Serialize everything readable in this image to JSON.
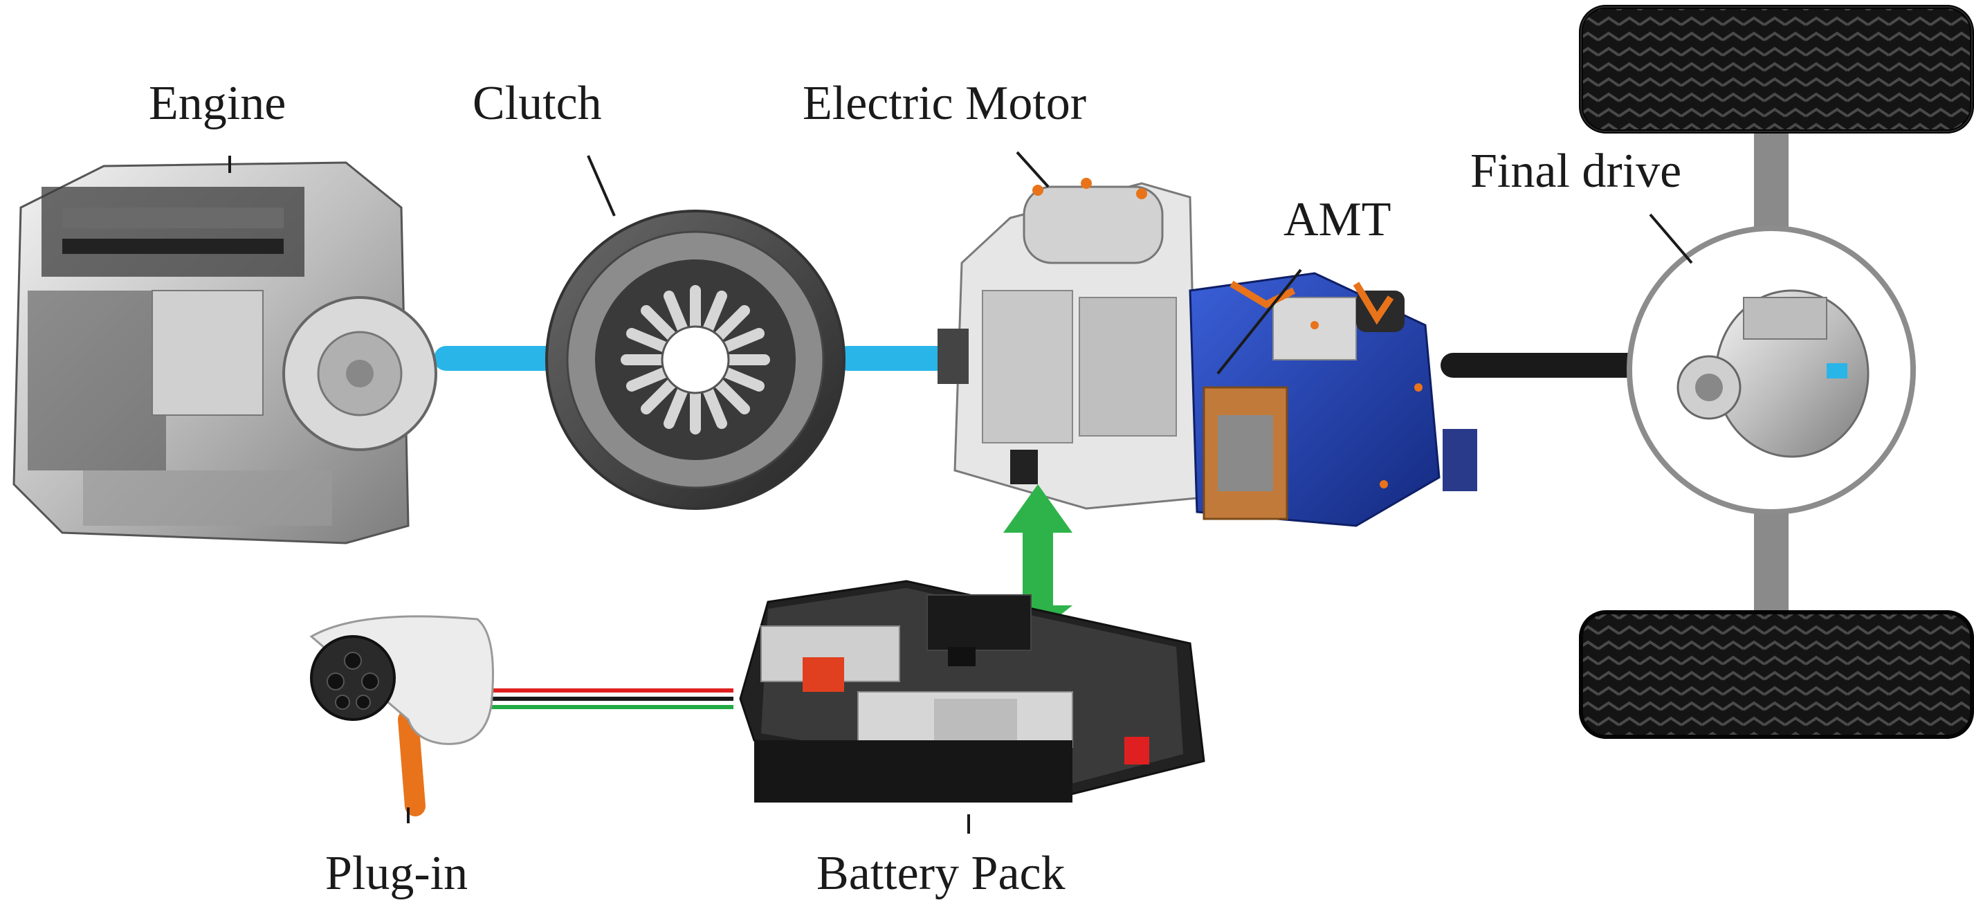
{
  "labels": {
    "engine": "Engine",
    "clutch": "Clutch",
    "electric_motor": "Electric Motor",
    "amt": "AMT",
    "final_drive": "Final drive",
    "plug_in": "Plug-in",
    "battery_pack": "Battery Pack"
  },
  "colors": {
    "shaft_blue": "#29b5e8",
    "shaft_black": "#1a1a1a",
    "arrow_green": "#2eb34a",
    "amt_blue": "#1e3fae",
    "wire_red": "#e02020",
    "wire_green": "#22aa44",
    "plug_orange": "#e8731a"
  },
  "icons": [
    "engine-icon",
    "clutch-icon",
    "electric-motor-icon",
    "amt-gearbox-icon",
    "final-drive-icon",
    "wheel-icon",
    "plug-icon",
    "battery-pack-icon"
  ]
}
